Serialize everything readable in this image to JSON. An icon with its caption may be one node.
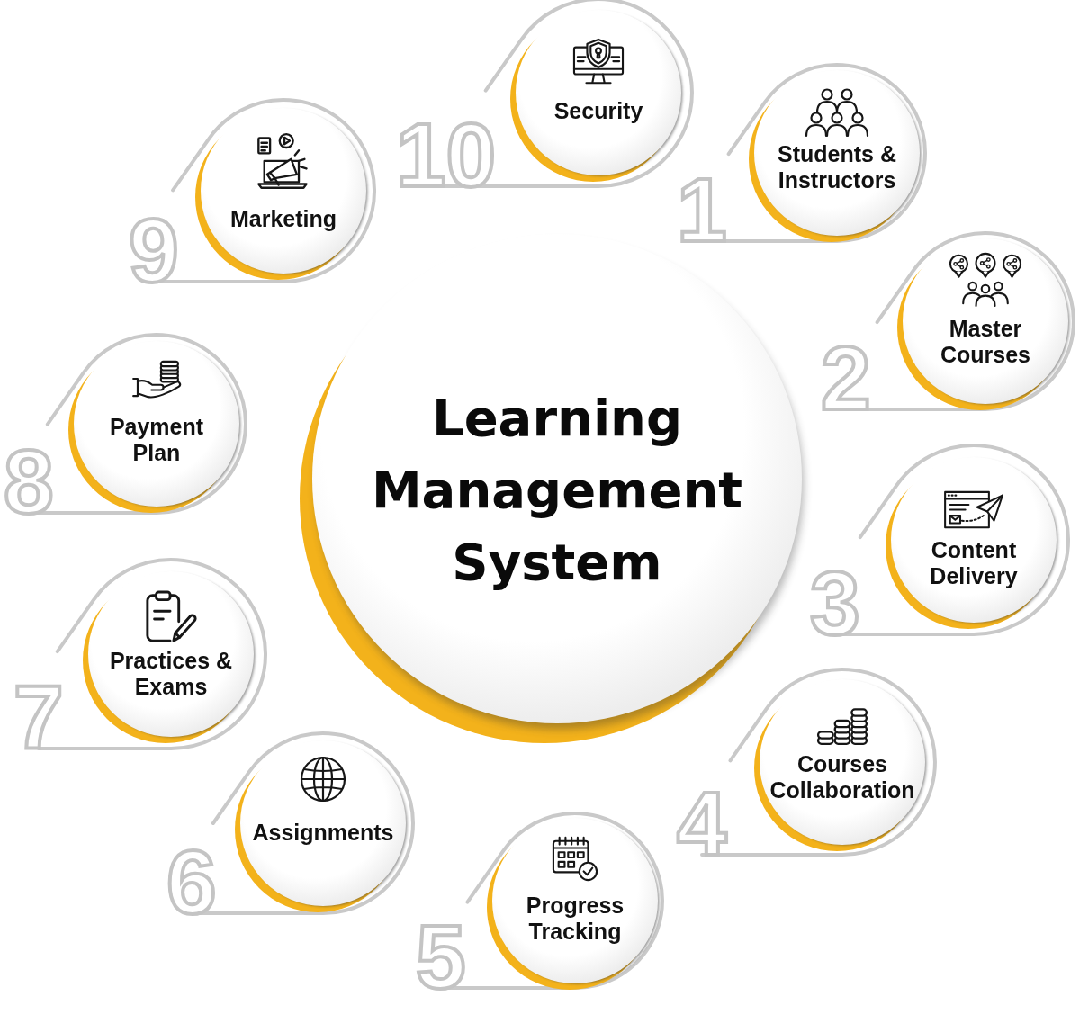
{
  "diagram": {
    "nodes": [
      {
        "text": [
          "Learning Management System"
        ]
      },
      {
        "text": [
          "Students & Instructors"
        ],
        "beside": [
          "1"
        ]
      },
      {
        "text": [
          "Master Courses"
        ],
        "beside": [
          "2"
        ]
      },
      {
        "text": [
          "Content Delivery"
        ],
        "beside": [
          "3"
        ]
      },
      {
        "text": [
          "Courses Collaboration"
        ],
        "beside": [
          "4"
        ]
      },
      {
        "text": [
          "Progress Tracking"
        ],
        "beside": [
          "5"
        ]
      },
      {
        "text": [
          "Assignments"
        ],
        "beside": [
          "6"
        ]
      },
      {
        "text": [
          "Practices & Exams"
        ],
        "beside": [
          "7"
        ]
      },
      {
        "text": [
          "Payment Plan"
        ],
        "beside": [
          "8"
        ]
      },
      {
        "text": [
          "Marketing"
        ],
        "beside": [
          "9"
        ]
      },
      {
        "text": [
          "Security"
        ],
        "beside": [
          "10"
        ]
      }
    ]
  }
}
